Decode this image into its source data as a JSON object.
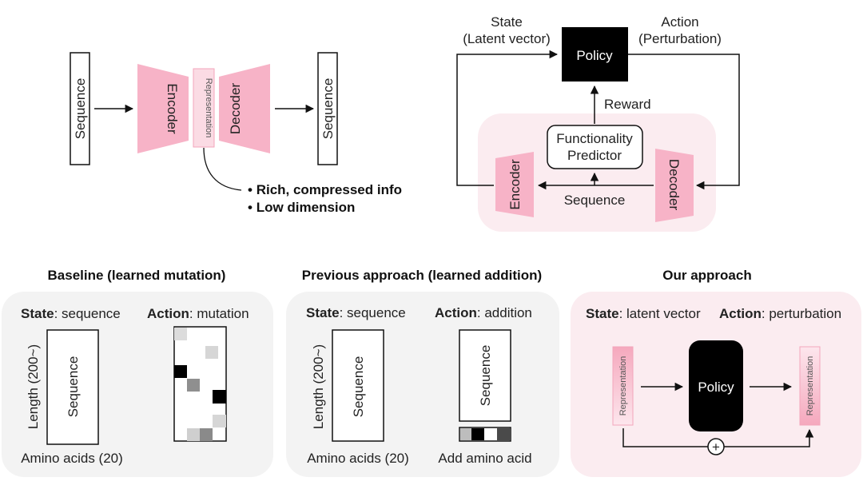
{
  "autoencoder": {
    "seq_in": "Sequence",
    "encoder": "Encoder",
    "representation": "Representation",
    "decoder": "Decoder",
    "seq_out": "Sequence",
    "bullets": [
      "Rich, compressed info",
      "Low dimension"
    ]
  },
  "rl_loop": {
    "state_line1": "State",
    "state_line2": "(Latent vector)",
    "action_line1": "Action",
    "action_line2": "(Perturbation)",
    "policy": "Policy",
    "reward": "Reward",
    "predictor_line1": "Functionality",
    "predictor_line2": "Predictor",
    "encoder": "Encoder",
    "decoder": "Decoder",
    "sequence": "Sequence"
  },
  "panels": {
    "baseline": {
      "title": "Baseline (learned mutation)",
      "state_bold": "State",
      "state_rest": ": sequence",
      "action_bold": "Action",
      "action_rest": ": mutation",
      "length_label": "Length (200~)",
      "sequence": "Sequence",
      "bottom_label": "Amino acids (20)"
    },
    "previous": {
      "title": "Previous approach (learned addition)",
      "state_bold": "State",
      "state_rest": ": sequence",
      "action_bold": "Action",
      "action_rest": ": addition",
      "length_label": "Length (200~)",
      "sequence": "Sequence",
      "sequence2": "Sequence",
      "bottom_label": "Amino acids (20)",
      "add_label": "Add amino acid"
    },
    "ours": {
      "title": "Our approach",
      "state_bold": "State",
      "state_rest": ": latent vector",
      "action_bold": "Action",
      "action_rest": ": perturbation",
      "rep_left": "Representation",
      "policy": "Policy",
      "rep_right": "Representation",
      "plus": "+"
    }
  },
  "colors": {
    "pink": "#f7b3c7",
    "pink_light": "#fbe9ee",
    "panel_gray": "#f3f3f3",
    "black": "#000000"
  }
}
